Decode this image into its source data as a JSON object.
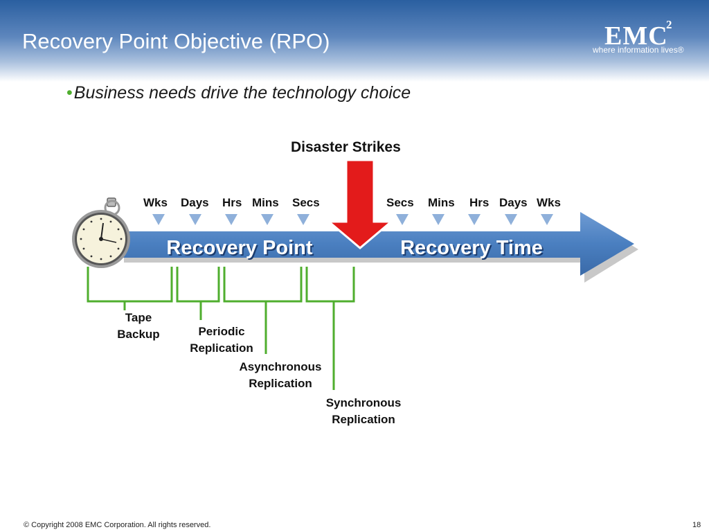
{
  "slide": {
    "title": "Recovery Point Objective (RPO)",
    "bullet": "Business needs drive the technology choice",
    "footer": "© Copyright 2008 EMC Corporation. All rights reserved.",
    "page_number": "18"
  },
  "logo": {
    "wordmark": "EMC",
    "superscript": "2",
    "tagline": "where information lives®"
  },
  "diagram": {
    "event_label": "Disaster Strikes",
    "arrow_left_label": "Recovery Point",
    "arrow_right_label": "Recovery Time",
    "left_scale": [
      "Wks",
      "Days",
      "Hrs",
      "Mins",
      "Secs"
    ],
    "right_scale": [
      "Secs",
      "Mins",
      "Hrs",
      "Days",
      "Wks"
    ],
    "categories": [
      {
        "line1": "Tape",
        "line2": "Backup"
      },
      {
        "line1": "Periodic",
        "line2": "Replication"
      },
      {
        "line1": "Asynchronous",
        "line2": "Replication"
      },
      {
        "line1": "Synchronous",
        "line2": "Replication"
      }
    ]
  },
  "colors": {
    "accent_green": "#4fae2e",
    "arrow_blue": "#4a7fc0",
    "alert_red": "#e31b1b",
    "marker_blue": "#8fb0da"
  }
}
